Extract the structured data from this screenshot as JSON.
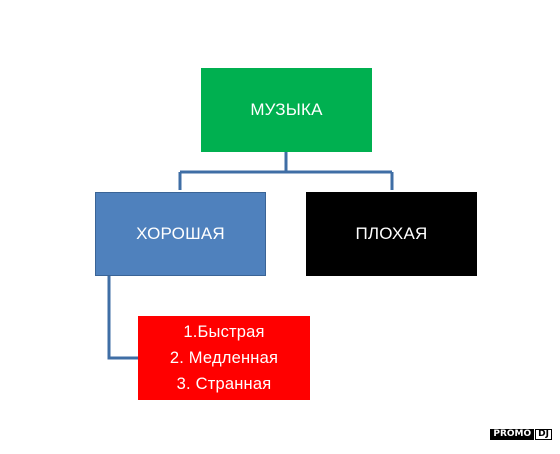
{
  "diagram": {
    "root": {
      "label": "МУЗЫКА",
      "color": "#00b050"
    },
    "good": {
      "label": "ХОРОШАЯ",
      "color": "#4f81bd"
    },
    "bad": {
      "label": "ПЛОХАЯ",
      "color": "#000000"
    },
    "good_list": {
      "color": "#ff0000",
      "items": [
        "1.Быстрая",
        "2. Медленная",
        "3. Странная"
      ]
    },
    "connector_color": "#3f6ea5"
  },
  "watermark": {
    "part1": "PROMO",
    "part2": "DJ"
  }
}
